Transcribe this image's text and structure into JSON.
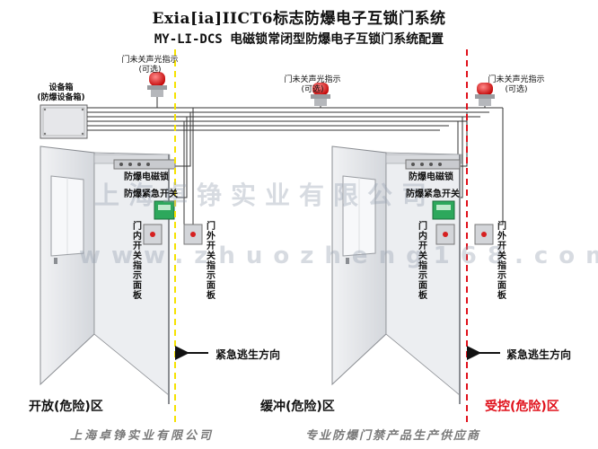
{
  "title": "Exia[ia]IICT6标志防爆电子互锁门系统",
  "subtitle": "MY-LI-DCS 电磁锁常闭型防爆电子互锁门系统配置",
  "equipment_box": {
    "line1": "设备箱",
    "line2": "(防爆设备箱)"
  },
  "alarm_label": "门未关声光指示",
  "alarm_optional": "(可选)",
  "maglock_label": "防爆电磁锁",
  "emergency_switch_label": "防爆紧急开关",
  "inner_panel_label": "门内开关指示面板",
  "outer_panel_label": "门外开关指示面板",
  "escape_label": "紧急逃生方向",
  "zones": {
    "open": "开放(危险)区",
    "buffer": "缓冲(危险)区",
    "controlled": "受控(危险)区"
  },
  "watermark_cn": "上海卓铮实业有限公司",
  "watermark_url": "www.zhuozheng168.com",
  "footer_left": "上海卓铮实业有限公司",
  "footer_right": "专业防爆门禁产品生产供应商",
  "colors": {
    "yellow_line": "#f5e200",
    "red_line": "#e0101a",
    "door": "#e4e6ea",
    "alarm_red": "#e52020"
  }
}
